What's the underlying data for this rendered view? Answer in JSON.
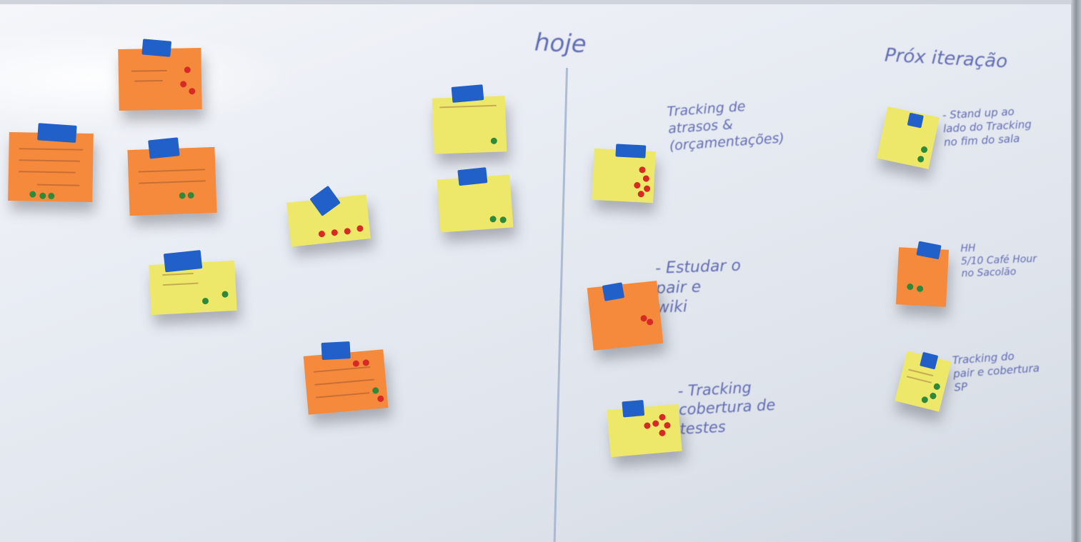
{
  "labels": {
    "today": "hoje",
    "next_iteration": "Próx iteração"
  },
  "today_items": [
    "Tracking de atrasos & (orçamentações)",
    "- Estudar o\npair e\nwiki",
    "- Tracking\ncobertura de\ntestes"
  ],
  "next_items": [
    "- Stand up ao\nlado do Tracking\nno fim do sala",
    "HH\n5/10 Café Hour\nno Sacolão",
    "Tracking do\npair e cobertura\nSP"
  ],
  "colors": {
    "orange_note": "#f58a3c",
    "yellow_note": "#eee86a",
    "tape": "#2160c8",
    "green_dot": "#2e8a3a",
    "red_dot": "#d62a24",
    "marker": "#4a55a8"
  }
}
